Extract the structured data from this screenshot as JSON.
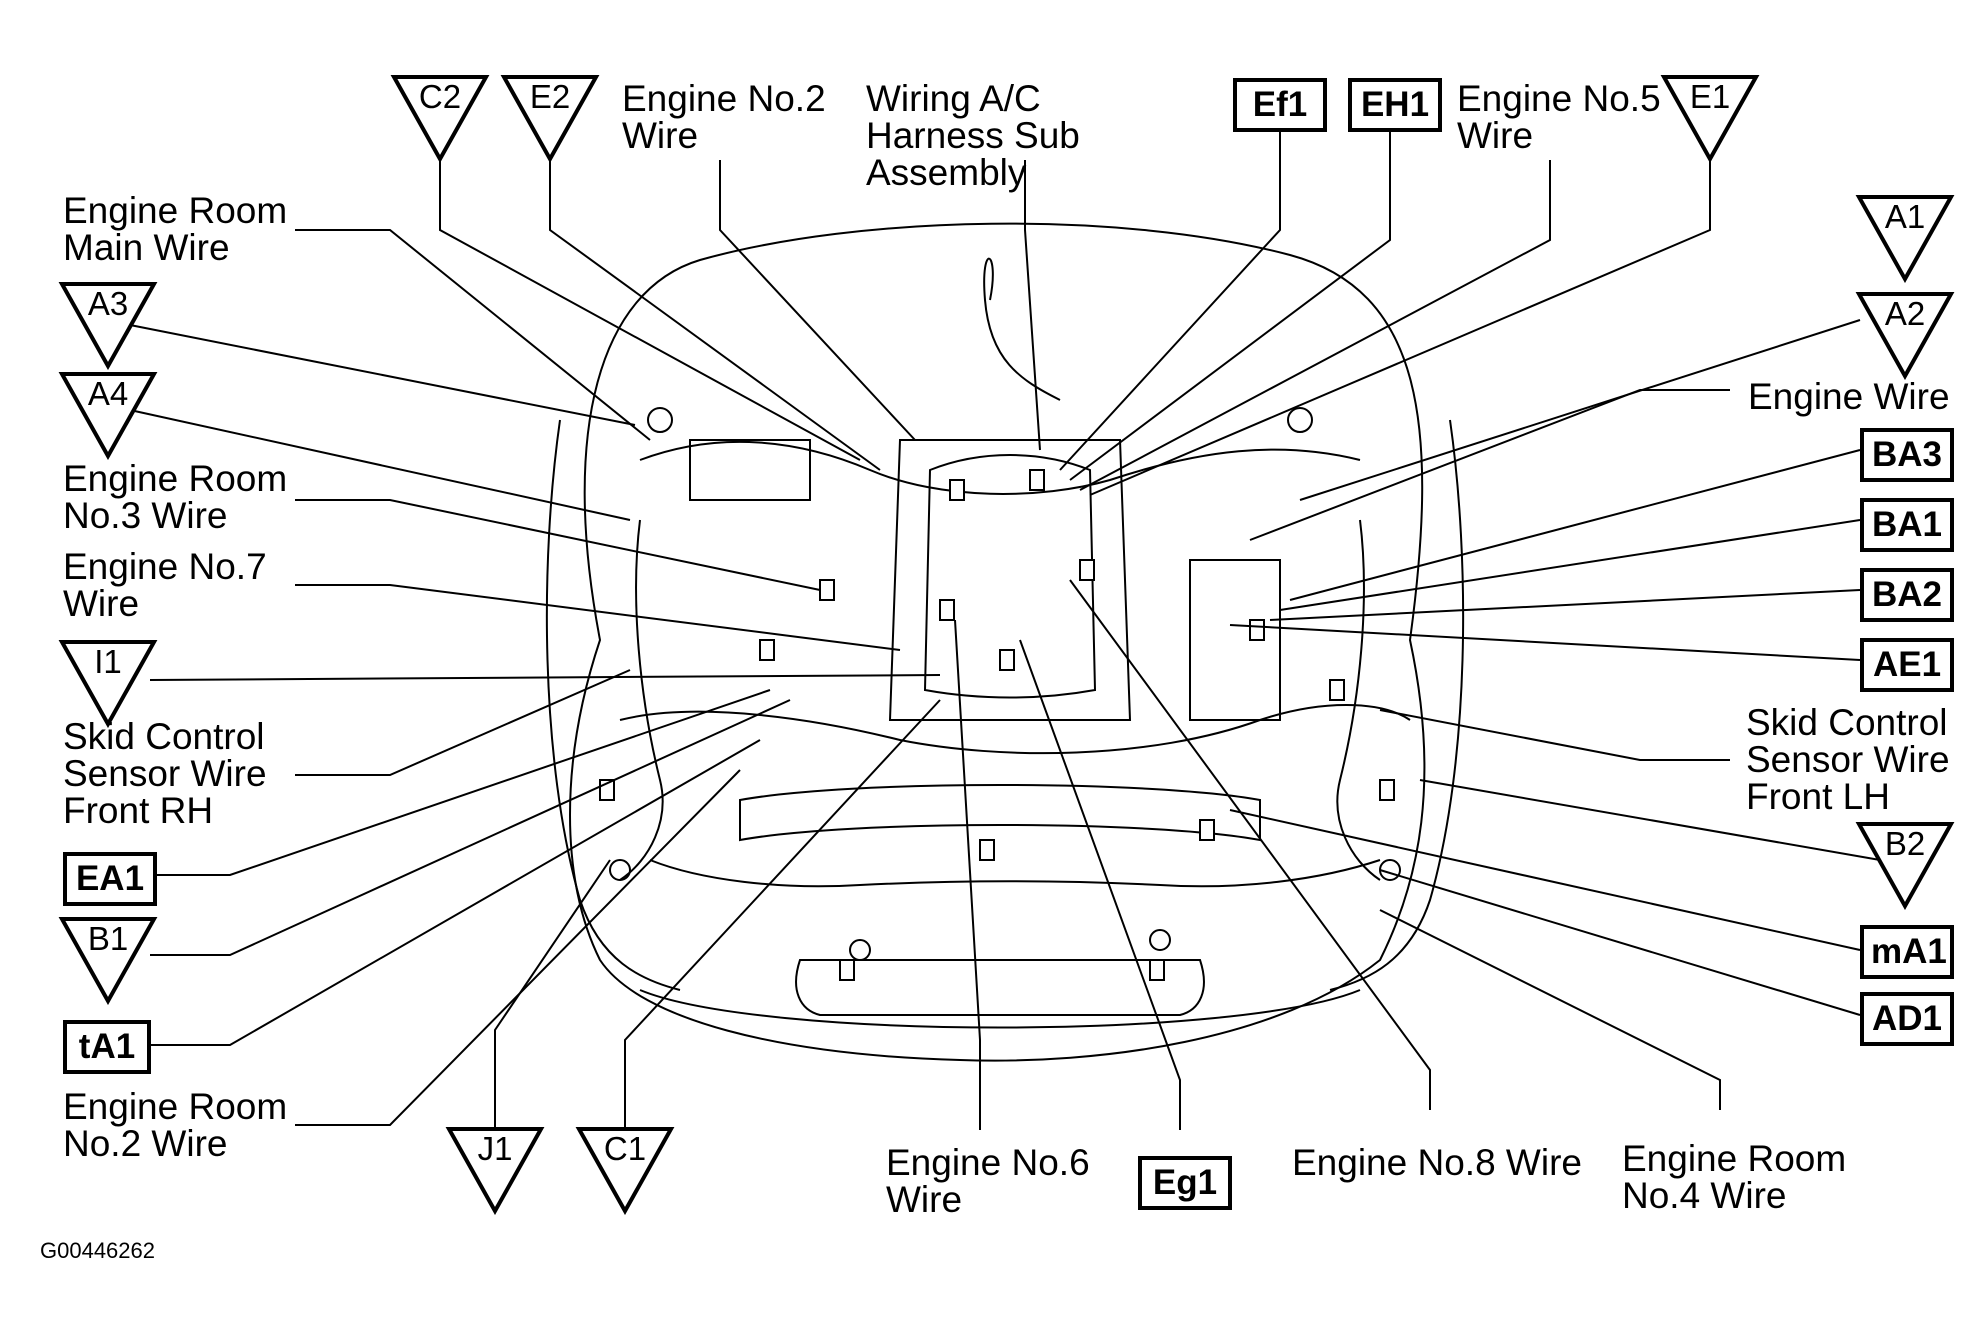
{
  "figure_id": "G00446262",
  "labels": {
    "engine_no2_wire": "Engine No.2 Wire",
    "wiring_ac": "Wiring A/C Harness Sub Assembly",
    "engine_no5_wire": "Engine No.5 Wire",
    "engine_room_main_wire": "Engine Room Main Wire",
    "engine_room_no3_wire": "Engine Room No.3 Wire",
    "engine_no7_wire": "Engine No.7 Wire",
    "skid_rh": "Skid Control Sensor Wire Front RH",
    "engine_room_no2_wire": "Engine Room No.2 Wire",
    "engine_no6_wire": "Engine No.6 Wire",
    "engine_no8_wire": "Engine No.8 Wire",
    "engine_room_no4_wire": "Engine Room No.4 Wire",
    "engine_wire": "Engine Wire",
    "skid_lh": "Skid Control Sensor Wire Front LH"
  },
  "triangles": {
    "c2": "C2",
    "e2": "E2",
    "e1": "E1",
    "a1": "A1",
    "a2": "A2",
    "a3": "A3",
    "a4": "A4",
    "i1": "I1",
    "b1": "B1",
    "j1": "J1",
    "c1": "C1",
    "b2": "B2"
  },
  "boxes": {
    "ef1": "Ef1",
    "eh1": "EH1",
    "ba3": "BA3",
    "ba1": "BA1",
    "ba2": "BA2",
    "ae1": "AE1",
    "ea1": "EA1",
    "ta1": "tA1",
    "ma1": "mA1",
    "ad1": "AD1",
    "eg1": "Eg1"
  },
  "colors": {
    "line": "#000000",
    "background": "#ffffff"
  }
}
